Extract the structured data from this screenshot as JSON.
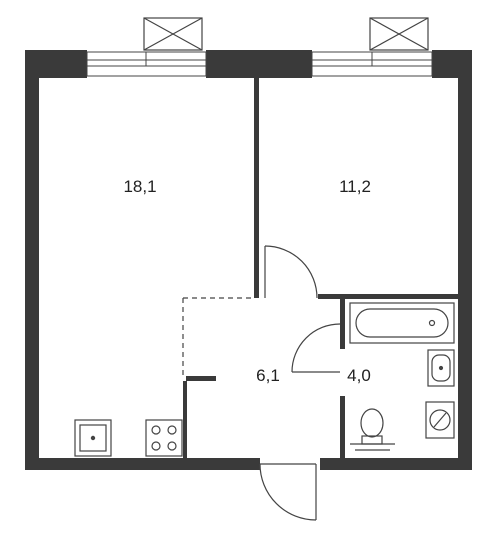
{
  "colors": {
    "wall": "#3a3a3a",
    "line": "#444444",
    "background": "#ffffff"
  },
  "rooms": [
    {
      "id": "room-1",
      "area": "18,1"
    },
    {
      "id": "room-2",
      "area": "11,2"
    },
    {
      "id": "hall",
      "area": "6,1"
    },
    {
      "id": "bath",
      "area": "4,0"
    }
  ],
  "fixtures": [
    "window-balcony-left",
    "window-balcony-right",
    "sink-icon",
    "stove-icon",
    "bathtub-icon",
    "washbasin-icon",
    "toilet-icon",
    "washing-machine-icon"
  ]
}
